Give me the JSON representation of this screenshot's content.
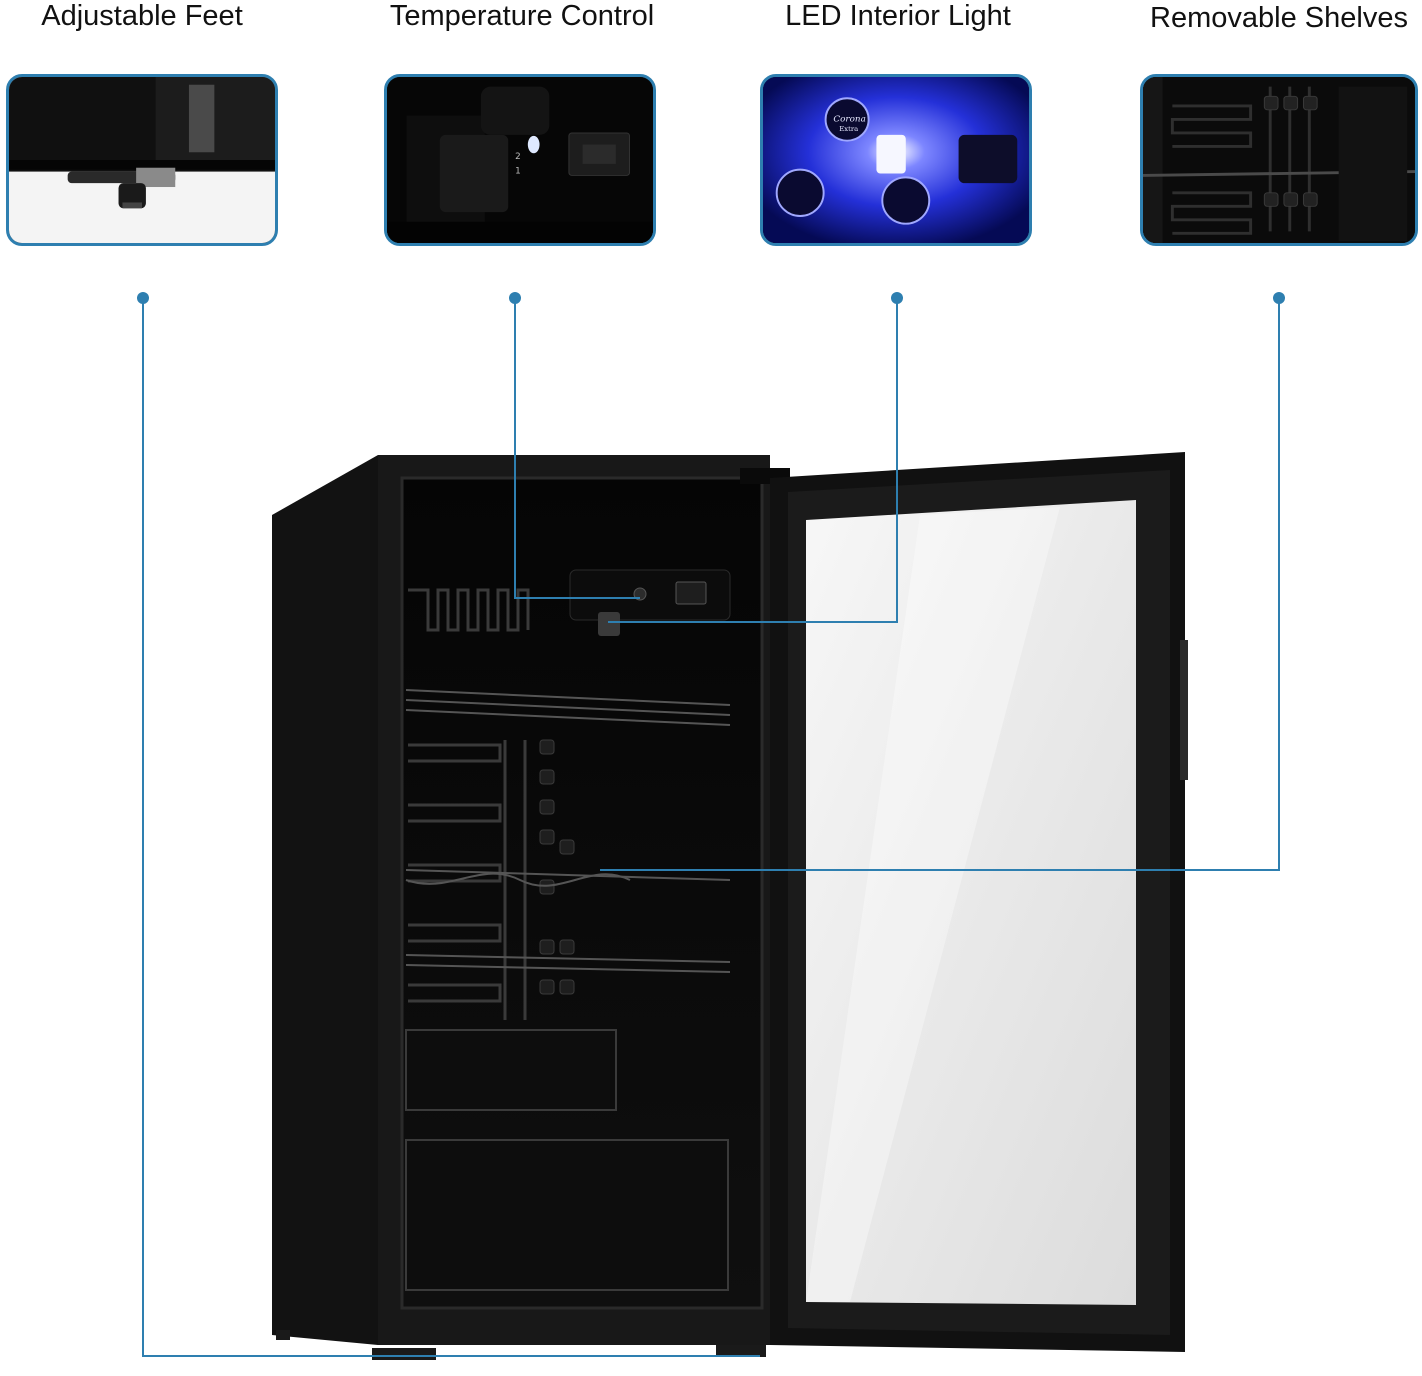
{
  "features": [
    {
      "key": "feet",
      "label": "Adjustable Feet",
      "icon": "adjustable-feet-photo"
    },
    {
      "key": "temp",
      "label": "Temperature Control",
      "icon": "temperature-control-photo"
    },
    {
      "key": "led",
      "label": "LED Interior Light",
      "icon": "led-light-photo"
    },
    {
      "key": "shelves",
      "label": "Removable Shelves",
      "icon": "removable-shelves-photo"
    }
  ],
  "thumbnail_text": {
    "knob_numbers": [
      "2",
      "1"
    ],
    "bottle_brand": "Corona",
    "bottle_sub": "Extra"
  },
  "colors": {
    "callout_line": "#2e7fb0",
    "fridge_body": "#141414",
    "led_glow": "#2a3cff"
  }
}
